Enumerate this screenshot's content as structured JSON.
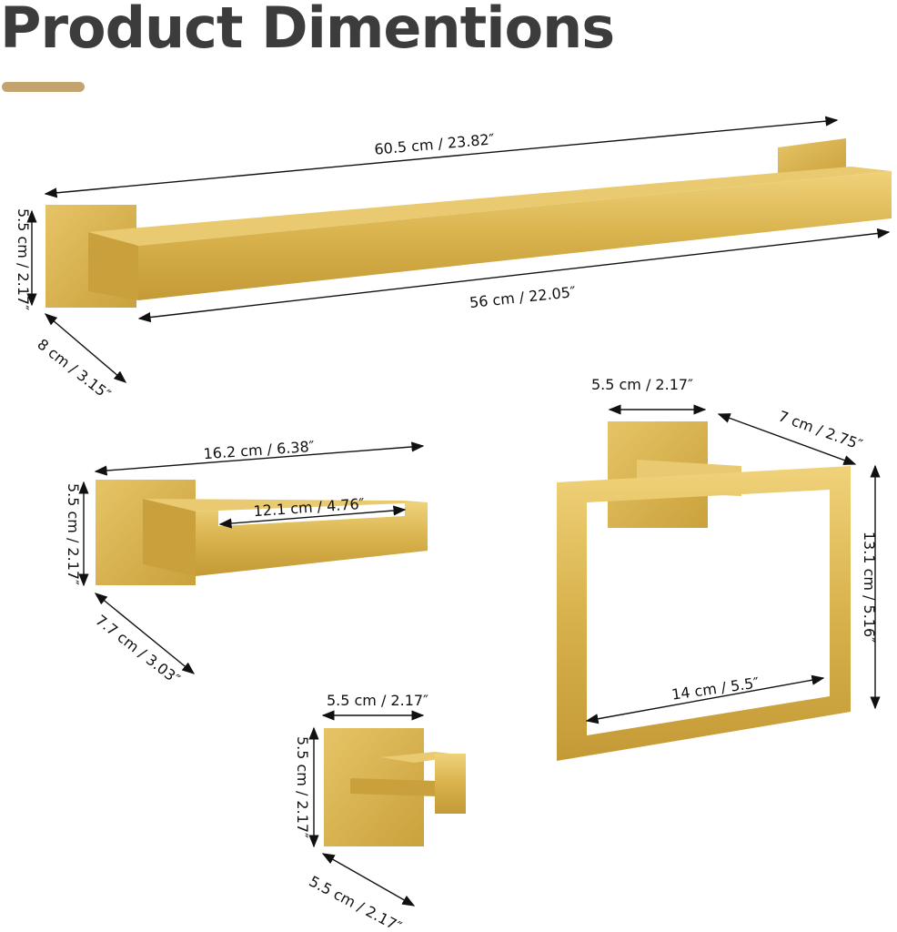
{
  "title": "Product Dimentions",
  "colors": {
    "gold": "#d8b24c",
    "gold_dark": "#b8902e",
    "accent_bar": "#c4a46e",
    "title": "#3c3c3c"
  },
  "products": {
    "towel_bar": {
      "overall_length": "60.5 cm / 23.82″",
      "bar_length": "56 cm / 22.05″",
      "plate_height": "5.5 cm / 2.17″",
      "depth": "8 cm / 3.15″"
    },
    "paper_holder": {
      "overall_length": "16.2 cm / 6.38″",
      "arm_length": "12.1 cm / 4.76″",
      "plate_height": "5.5 cm / 2.17″",
      "depth": "7.7 cm / 3.03″"
    },
    "towel_ring": {
      "plate_width": "5.5 cm / 2.17″",
      "depth": "7 cm / 2.75″",
      "height": "13.1 cm / 5.16″",
      "width": "14 cm / 5.5″"
    },
    "robe_hook": {
      "plate_width": "5.5 cm / 2.17″",
      "plate_height": "5.5 cm / 2.17″",
      "depth": "5.5 cm / 2.17″"
    }
  }
}
